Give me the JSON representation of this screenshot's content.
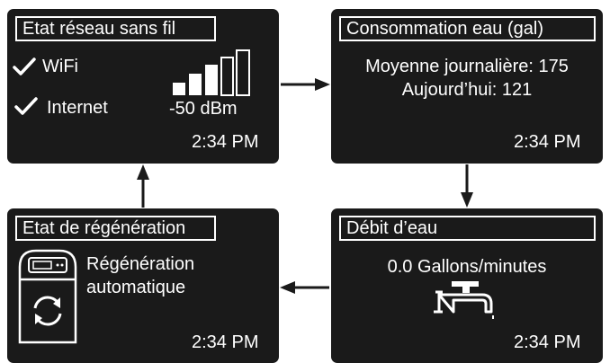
{
  "colors": {
    "screen_bg": "#1a1a1a",
    "text": "#ffffff",
    "arrow": "#1a1a1a"
  },
  "panels": {
    "wireless": {
      "title": "Etat réseau sans fil",
      "wifi_label": "WiFi",
      "internet_label": "Internet",
      "signal_strength": "-50 dBm",
      "signal_bars_filled": 3,
      "signal_bars_total": 5,
      "time": "2:34 PM"
    },
    "consumption": {
      "title": "Consommation eau (gal)",
      "daily_average": "Moyenne journalière: 175",
      "today": "Aujourd’hui: 121",
      "time": "2:34 PM"
    },
    "flow": {
      "title": "Débit d’eau",
      "rate": "0.0 Gallons/minutes",
      "time": "2:34 PM"
    },
    "regeneration": {
      "title": "Etat de régénération",
      "line1": "Régénération",
      "line2": "automatique",
      "time": "2:34 PM"
    }
  }
}
